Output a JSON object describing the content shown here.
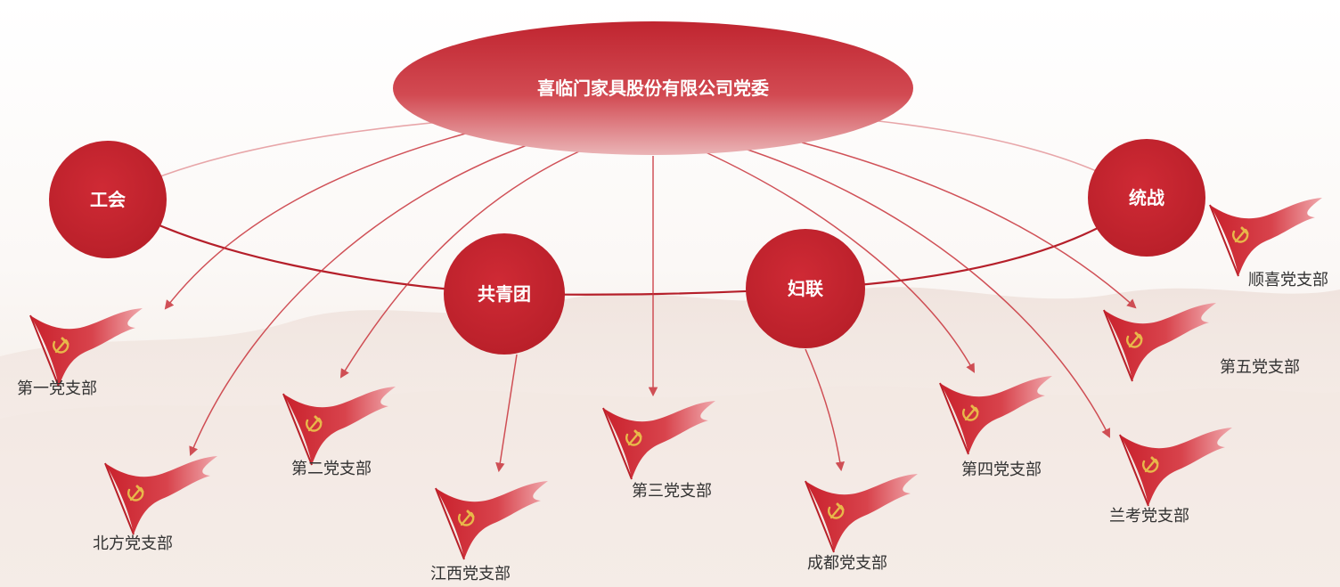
{
  "top_node": {
    "label": "喜临门家具股份有限公司党委"
  },
  "org_nodes": [
    {
      "id": "gonghui",
      "label": "工会"
    },
    {
      "id": "gongqingtuan",
      "label": "共青团"
    },
    {
      "id": "fulian",
      "label": "妇联"
    },
    {
      "id": "tongzhan",
      "label": "统战"
    }
  ],
  "branches": [
    {
      "id": "b1",
      "label": "第一党支部"
    },
    {
      "id": "b2",
      "label": "北方党支部"
    },
    {
      "id": "b3",
      "label": "第二党支部"
    },
    {
      "id": "b4",
      "label": "江西党支部"
    },
    {
      "id": "b5",
      "label": "第三党支部"
    },
    {
      "id": "b6",
      "label": "成都党支部"
    },
    {
      "id": "b7",
      "label": "第四党支部"
    },
    {
      "id": "b8",
      "label": "兰考党支部"
    },
    {
      "id": "b9",
      "label": "第五党支部"
    },
    {
      "id": "b10",
      "label": "顺喜党支部"
    }
  ],
  "colors": {
    "primary_red": "#c4232e",
    "deep_red": "#b51f2a",
    "line_red": "#e08a8e",
    "arrow_red": "#c9343c",
    "emblem_gold": "#e8b84a"
  },
  "icons": {
    "flag": "party-flag-icon",
    "emblem": "hammer-sickle-icon"
  }
}
